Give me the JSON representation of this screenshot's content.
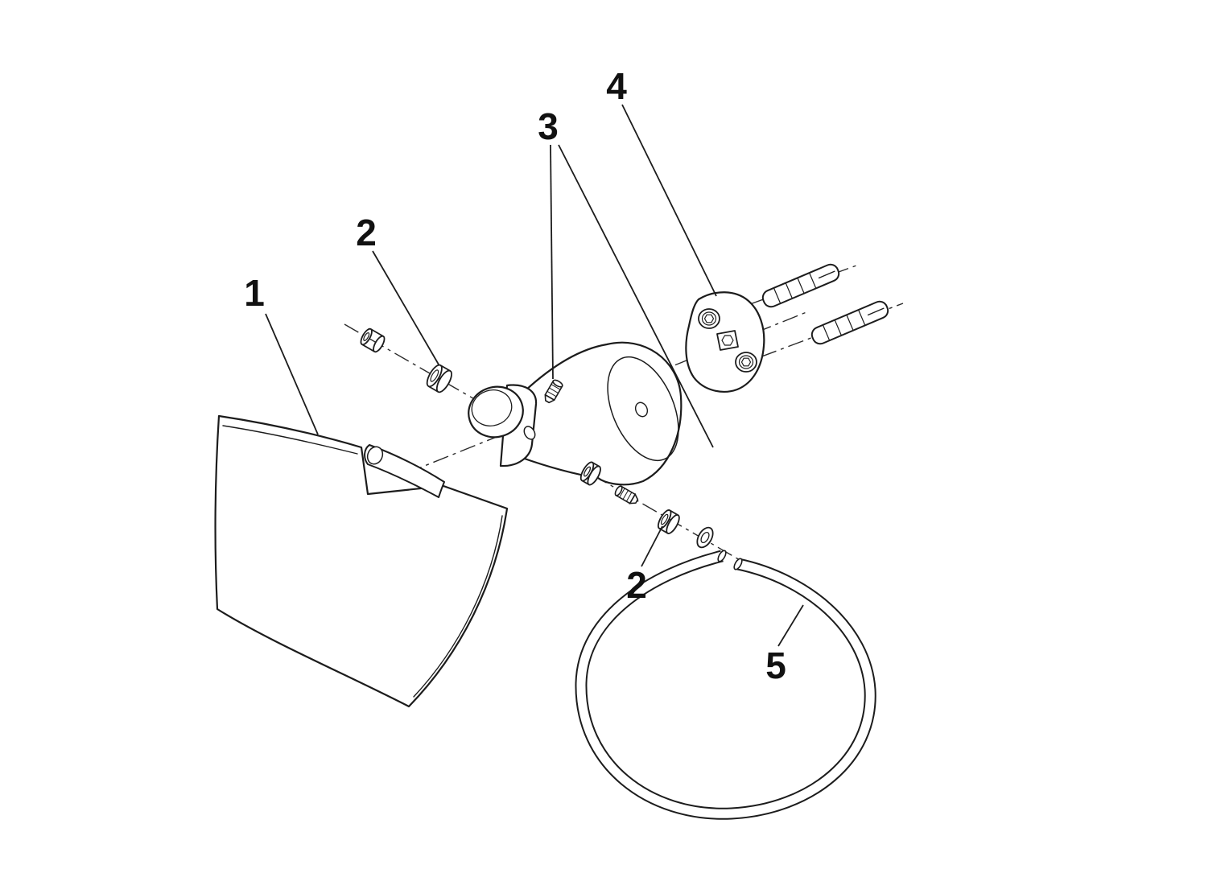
{
  "figure": {
    "kind": "exploded-assembly-parts-diagram",
    "background_color": "#ffffff",
    "line_color": "#1c1c1c",
    "callouts": [
      {
        "text": "1"
      },
      {
        "text": "2"
      },
      {
        "text": "3"
      },
      {
        "text": "4"
      },
      {
        "text": "2"
      },
      {
        "text": "5"
      }
    ]
  }
}
